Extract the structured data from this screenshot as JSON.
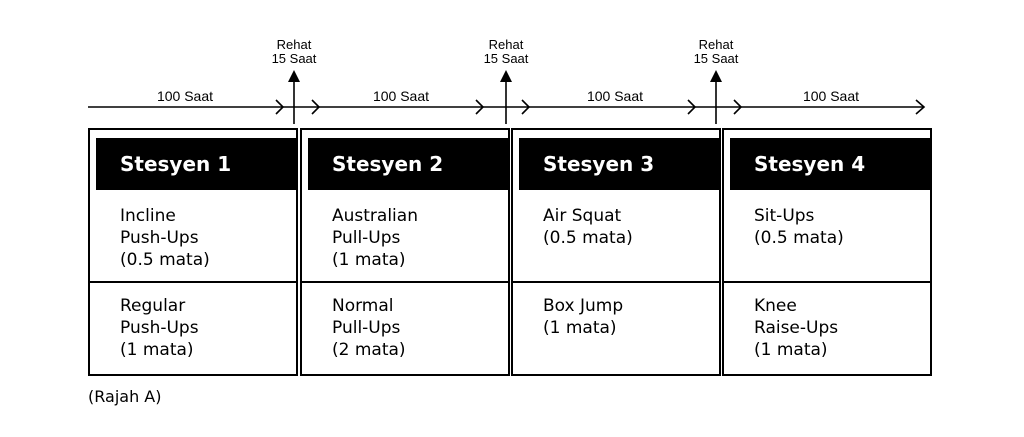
{
  "timeline": {
    "durations": [
      "100 Saat",
      "100 Saat",
      "100 Saat",
      "100 Saat"
    ],
    "rests": [
      {
        "line1": "Rehat",
        "line2": "15 Saat"
      },
      {
        "line1": "Rehat",
        "line2": "15 Saat"
      },
      {
        "line1": "Rehat",
        "line2": "15 Saat"
      }
    ]
  },
  "stations": [
    {
      "title": "Stesyen 1",
      "exercise1": [
        "Incline",
        "Push-Ups",
        "(0.5 mata)"
      ],
      "exercise2": [
        "Regular",
        "Push-Ups",
        "(1 mata)"
      ]
    },
    {
      "title": "Stesyen 2",
      "exercise1": [
        "Australian",
        "Pull-Ups",
        "(1 mata)"
      ],
      "exercise2": [
        "Normal",
        "Pull-Ups",
        "(2 mata)"
      ]
    },
    {
      "title": "Stesyen 3",
      "exercise1": [
        "Air Squat",
        "(0.5 mata)"
      ],
      "exercise2": [
        "Box Jump",
        "(1 mata)"
      ]
    },
    {
      "title": "Stesyen 4",
      "exercise1": [
        "Sit-Ups",
        "(0.5 mata)"
      ],
      "exercise2": [
        "Knee",
        "Raise-Ups",
        "(1 mata)"
      ]
    }
  ],
  "caption": "(Rajah A)"
}
